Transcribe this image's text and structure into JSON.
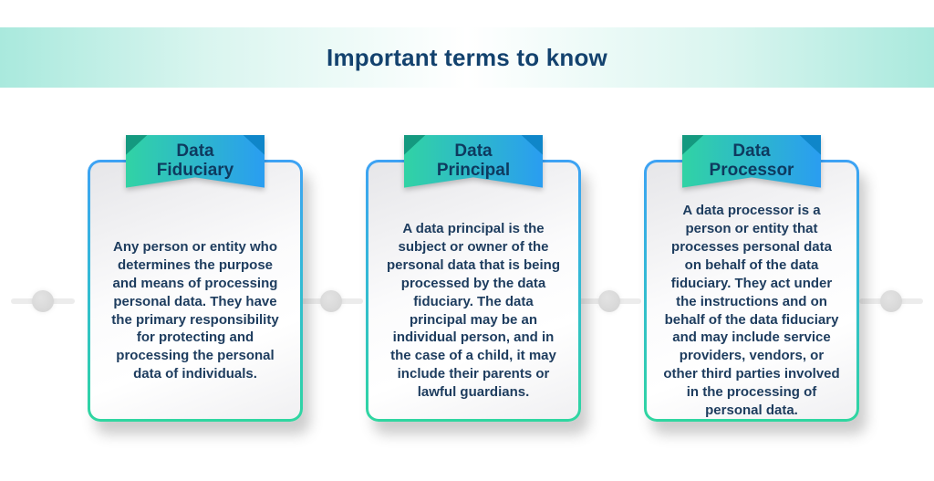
{
  "header": {
    "title": "Important terms to know"
  },
  "colors": {
    "band_mint": "#a9e9dd",
    "title_navy": "#13426e",
    "border_blue": "#3da2f4",
    "border_green": "#2fd6a0",
    "ribbon_green": "#31d3a4",
    "ribbon_blue": "#2a9df1",
    "body_text": "#1d3c5e",
    "connector_gray": "#d2d2d2"
  },
  "icons": [
    {
      "name": "connector-dot",
      "shape": "circle",
      "color": "#d2d2d2"
    }
  ],
  "cards": [
    {
      "title_line1": "Data",
      "title_line2": "Fiduciary",
      "body": "Any person or entity who determines the purpose and means of processing personal data. They have the primary responsibility for protecting and processing the personal data of individuals."
    },
    {
      "title_line1": "Data",
      "title_line2": "Principal",
      "body": "A data principal is the subject or owner of the personal data that is being processed by the data fiduciary. The data principal may be an individual person, and in the case of a child, it may include their parents or lawful guardians."
    },
    {
      "title_line1": "Data",
      "title_line2": "Processor",
      "body": "A data processor is a person or entity that processes personal data on behalf of the data fiduciary. They act under the instructions and on behalf of the data fiduciary and may include service providers, vendors, or other third parties involved in the processing of personal data."
    }
  ]
}
